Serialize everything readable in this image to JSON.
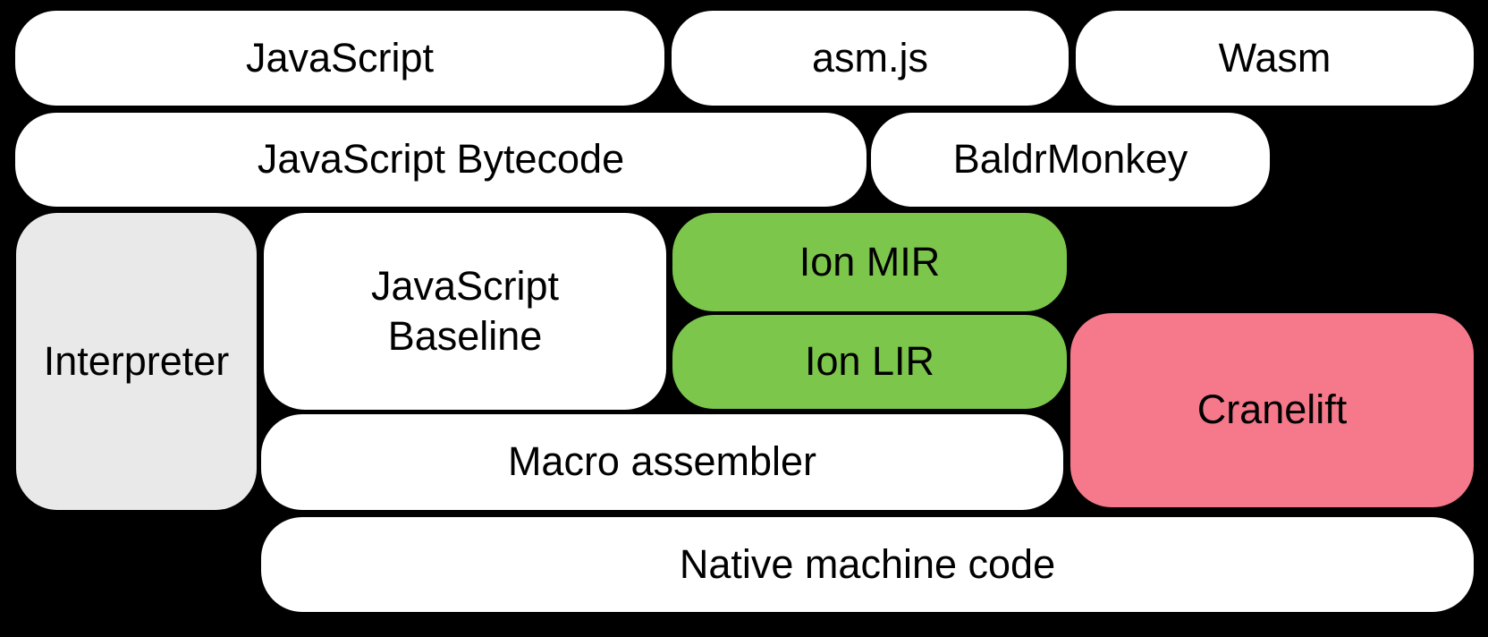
{
  "diagram": {
    "title_hint": "SpiderMonkey compilation pipeline diagram",
    "background_color": "#000000",
    "colors": {
      "box_white": "#ffffff",
      "box_gray": "#e9e9e9",
      "box_green": "#7cc64c",
      "box_pink": "#f5798a",
      "label_text": "#000000"
    },
    "boxes": {
      "javascript": {
        "label": "JavaScript"
      },
      "asmjs": {
        "label": "asm.js"
      },
      "wasm": {
        "label": "Wasm"
      },
      "bytecode": {
        "label": "JavaScript Bytecode"
      },
      "baldrmonkey": {
        "label": "BaldrMonkey"
      },
      "interpreter": {
        "label": "Interpreter"
      },
      "baseline": {
        "label": "JavaScript\nBaseline"
      },
      "ion_mir": {
        "label": "Ion MIR"
      },
      "ion_lir": {
        "label": "Ion LIR"
      },
      "cranelift": {
        "label": "Cranelift"
      },
      "macro_assembler": {
        "label": "Macro assembler"
      },
      "native_machine_code": {
        "label": "Native machine code"
      }
    }
  }
}
